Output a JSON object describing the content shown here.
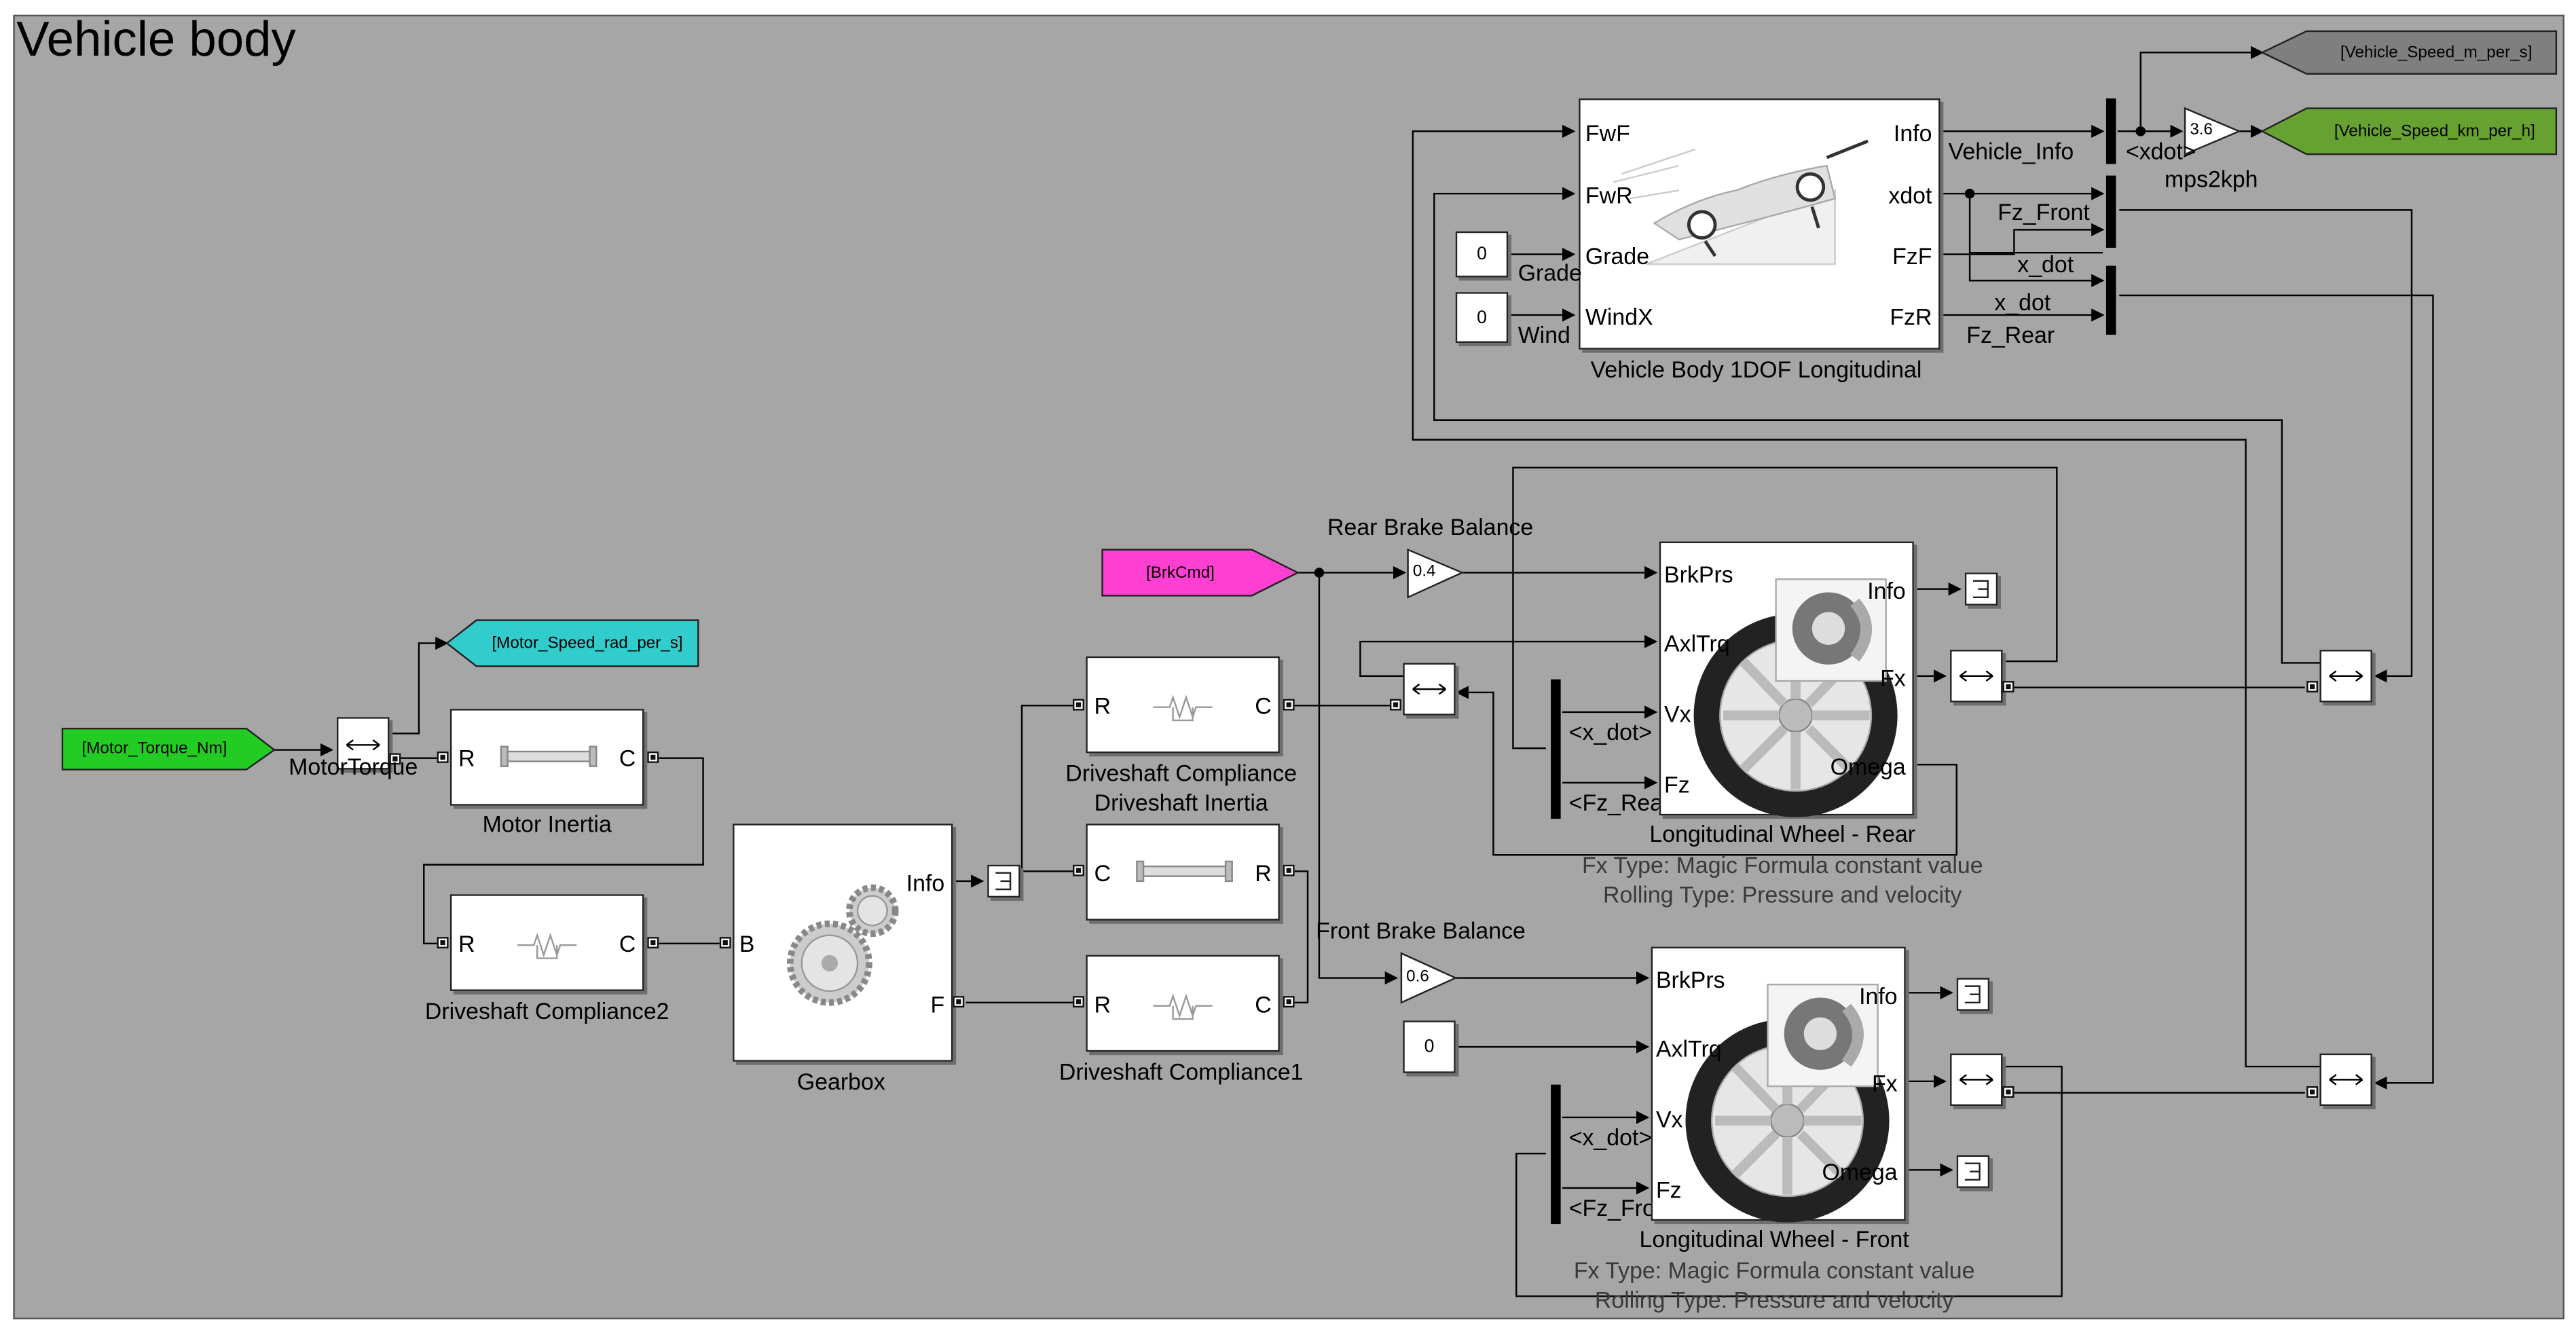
{
  "diagram": {
    "title": "Vehicle body",
    "goto_tags": {
      "motor_speed": "[Motor_Speed_rad_per_s]",
      "vehicle_speed_ms": "[Vehicle_Speed_m_per_s]",
      "vehicle_speed_kmh": "[Vehicle_Speed_km_per_h]"
    },
    "from_tags": {
      "motor_torque": "[Motor_Torque_Nm]",
      "brake_cmd": "[BrkCmd]"
    },
    "colors": {
      "background": "#a6a6a6",
      "motor_speed_tag": "#33cccc",
      "motor_torque_tag": "#22cc22",
      "brake_cmd_tag": "#ff3fd2",
      "speed_ms_tag": "#7f7f7f",
      "speed_kmh_tag": "#66a132"
    },
    "blocks": {
      "motor_torque": "MotorTorque",
      "motor_inertia": "Motor Inertia",
      "driveshaft_compliance2": "Driveshaft Compliance2",
      "gearbox": "Gearbox",
      "driveshaft_compliance": "Driveshaft Compliance",
      "driveshaft_inertia": "Driveshaft Inertia",
      "driveshaft_compliance1": "Driveshaft Compliance1",
      "vehicle_body": "Vehicle Body 1DOF Longitudinal",
      "wheel_rear": "Longitudinal Wheel - Rear",
      "wheel_front": "Longitudinal Wheel - Front",
      "mps2kph": "mps2kph",
      "grade": "Grade",
      "wind": "Wind",
      "rear_brake_balance": "Rear Brake Balance",
      "front_brake_balance": "Front Brake Balance"
    },
    "gains": {
      "rear": "0.4",
      "front": "0.6",
      "mps2kph": "3.6"
    },
    "constants": {
      "grade": "0",
      "wind": "0",
      "front_axltrq": "0"
    },
    "ports": {
      "R": "R",
      "C": "C",
      "B": "B",
      "F": "F",
      "Info": "Info",
      "FwF": "FwF",
      "FwR": "FwR",
      "Grade": "Grade",
      "WindX": "WindX",
      "xdot": "xdot",
      "FzF": "FzF",
      "FzR": "FzR",
      "BrkPrs": "BrkPrs",
      "AxlTrq": "AxlTrq",
      "Vx": "Vx",
      "Fz": "Fz",
      "Fx": "Fx",
      "Omega": "Omega"
    },
    "signals": {
      "vehicle_info": "Vehicle_Info",
      "xdot_sel": "<xdot>",
      "fz_front": "Fz_Front",
      "x_dot_1": "x_dot",
      "x_dot_2": "x_dot",
      "fz_rear": "Fz_Rear",
      "x_dot_sel_r": "<x_dot>",
      "fz_rear_sel": "<Fz_Rear>",
      "x_dot_sel_f": "<x_dot>",
      "fz_front_sel": "<Fz_Front>"
    },
    "notes": {
      "rear_fx_type": "Fx Type: Magic Formula constant value",
      "rear_rolling": "Rolling Type: Pressure and velocity",
      "front_fx_type": "Fx Type: Magic Formula constant value",
      "front_rolling": "Rolling Type: Pressure and velocity"
    }
  }
}
